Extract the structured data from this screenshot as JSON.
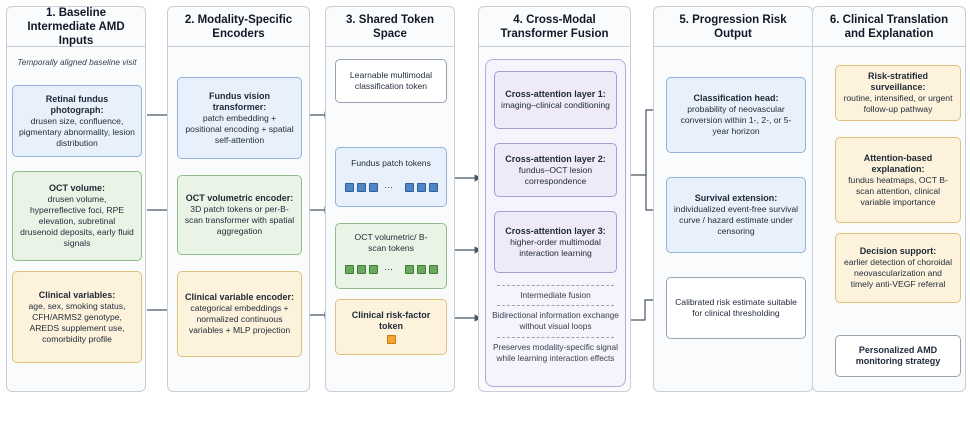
{
  "columns": [
    {
      "title": "1. Baseline Intermediate AMD Inputs"
    },
    {
      "title": "2. Modality-Specific Encoders"
    },
    {
      "title": "3. Shared Token Space"
    },
    {
      "title": "4. Cross-Modal Transformer Fusion"
    },
    {
      "title": "5. Progression Risk Output"
    },
    {
      "title": "6. Clinical Translation and Explanation"
    }
  ],
  "inputs": {
    "note": "Temporally aligned baseline visit",
    "fundus": {
      "title": "Retinal fundus photograph:",
      "text": "drusen size, confluence, pigmentary abnormality, lesion distribution"
    },
    "oct": {
      "title": "OCT volume:",
      "text": "drusen volume, hyperreflective foci, RPE elevation, subretinal drusenoid deposits, early fluid signals"
    },
    "clinical": {
      "title": "Clinical variables:",
      "text": "age, sex, smoking status, CFH/ARMS2 genotype, AREDS supplement use, comorbidity profile"
    }
  },
  "encoders": {
    "fundus": {
      "title": "Fundus vision transformer:",
      "text": "patch embedding + positional encoding + spatial self-attention"
    },
    "oct": {
      "title": "OCT volumetric encoder:",
      "text": "3D patch tokens or per-B-scan transformer with spatial aggregation"
    },
    "clinical": {
      "title": "Clinical variable encoder:",
      "text": "categorical embeddings + normalized continuous variables + MLP projection"
    }
  },
  "tokens": {
    "cls": "Learnable multimodal classification token",
    "fundus": "Fundus patch tokens",
    "oct": "OCT volumetric/ B-scan tokens",
    "clinical": "Clinical risk-factor token",
    "ellipsis": "···"
  },
  "fusion": {
    "layer1": {
      "title": "Cross-attention layer 1:",
      "text": "imaging–clinical conditioning"
    },
    "layer2": {
      "title": "Cross-attention layer 2:",
      "text": "fundus–OCT lesion correspondence"
    },
    "layer3": {
      "title": "Cross-attention layer 3:",
      "text": "higher-order multimodal interaction learning"
    },
    "note1": "Intermediate fusion",
    "note2": "Bidirectional information exchange without visual loops",
    "note3": "Preserves modality-specific signal while learning interaction effects"
  },
  "outputs": {
    "classification": {
      "title": "Classification head:",
      "text": "probability of neovascular conversion within 1-, 2-, or 5-year horizon"
    },
    "survival": {
      "title": "Survival extension:",
      "text": "individualized event-free survival curve / hazard estimate under censoring"
    },
    "calibrated": {
      "text": "Calibrated risk estimate suitable for clinical thresholding"
    }
  },
  "clinical": {
    "surveillance": {
      "title": "Risk-stratified surveillance:",
      "text": "routine, intensified, or urgent follow-up pathway"
    },
    "explanation": {
      "title": "Attention-based explanation:",
      "text": "fundus heatmaps, OCT B-scan attention, clinical variable importance"
    },
    "decision": {
      "title": "Decision support:",
      "text": "earlier detection of choroidal neovascularization and timely anti-VEGF referral"
    },
    "strategy": {
      "text": "Personalized AMD monitoring strategy"
    }
  },
  "colors": {
    "blue": "#e8f1fb",
    "green": "#e9f4e6",
    "yellow": "#fdf3dd",
    "purple": "#eeeaf8",
    "arrow": "#4b5563"
  }
}
